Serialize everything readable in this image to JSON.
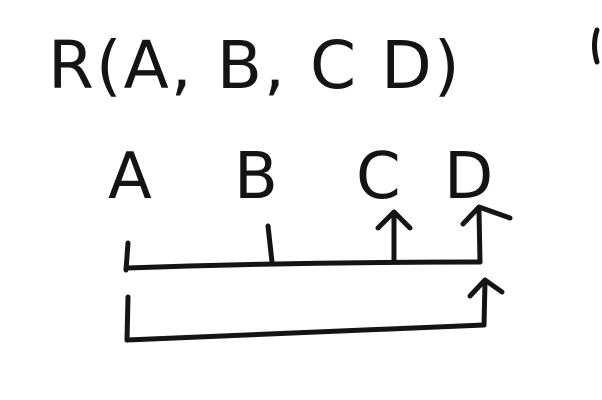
{
  "relation": {
    "text": "R(A, B, C D)"
  },
  "attributes": [
    "A",
    "B",
    "C",
    "D"
  ],
  "dependencies": [
    {
      "from": [
        "A",
        "B"
      ],
      "to": [
        "C",
        "D"
      ]
    },
    {
      "from": [
        "A"
      ],
      "to": [
        "D"
      ]
    }
  ],
  "colors": {
    "ink": "#141414",
    "background": "#ffffff"
  }
}
